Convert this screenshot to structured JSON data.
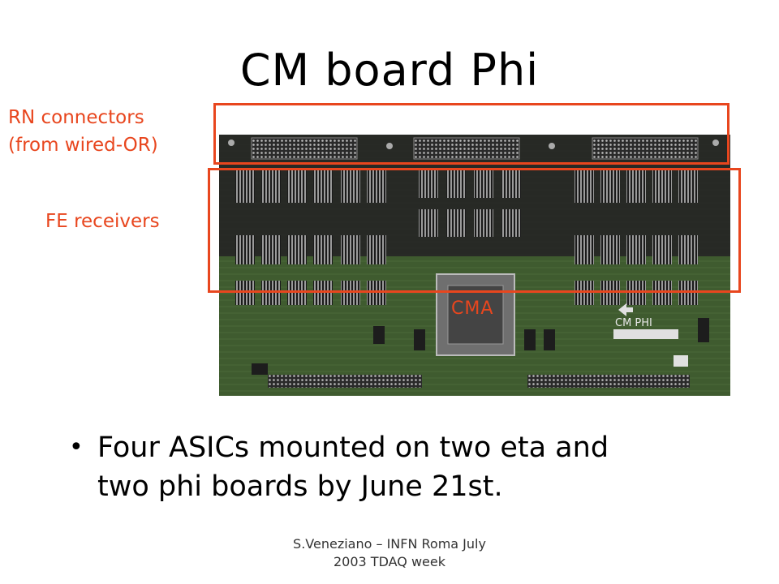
{
  "slide": {
    "title": "CM board Phi",
    "annotations": {
      "rn_line1": "RN connectors",
      "rn_line2": "(from wired-OR)",
      "fe": "FE receivers",
      "cma": "CMA"
    },
    "board_silkscreen": "CM PHI",
    "bullet_line1": "Four ASICs mounted on two eta and",
    "bullet_line2": "two phi boards by June 21st.",
    "footer_line1": "S.Veneziano – INFN Roma July",
    "footer_line2": "2003 TDAQ week",
    "colors": {
      "annotation": "#e8461e",
      "pcb": "#3e5a2e",
      "pcb_dark": "#222222"
    }
  }
}
